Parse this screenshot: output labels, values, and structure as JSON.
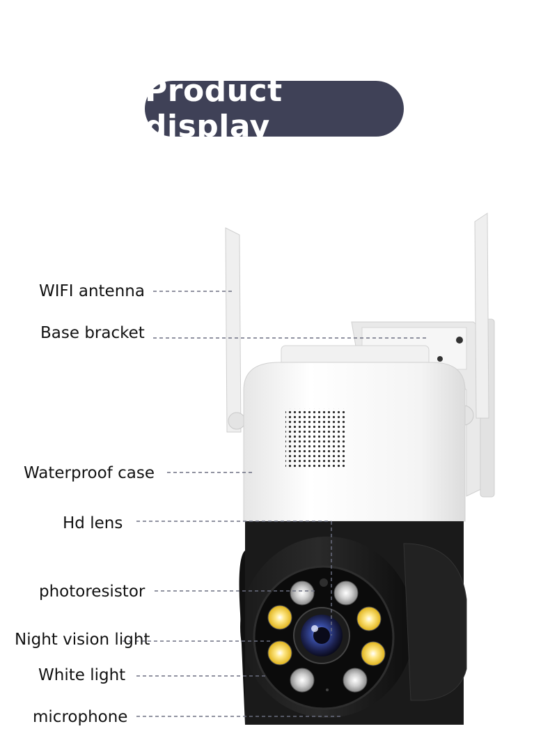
{
  "title": "Product display",
  "labels": {
    "wifi_antenna": "WIFI antenna",
    "base_bracket": "Base bracket",
    "waterproof_case": "Waterproof case",
    "hd_lens": "Hd lens",
    "photoresistor": "photoresistor",
    "night_vision_light": "Night vision light",
    "white_light": "White light",
    "microphone": "microphone"
  },
  "colors": {
    "title_bg": "#3f4157",
    "title_text": "#ffffff",
    "leader_line": "#6b6e80",
    "camera_white": "#f2f2f2",
    "camera_black": "#111111",
    "led_yellow": "#f5d23c",
    "led_silver": "#d9d9d9",
    "lens_blue": "#3a4fa8"
  }
}
